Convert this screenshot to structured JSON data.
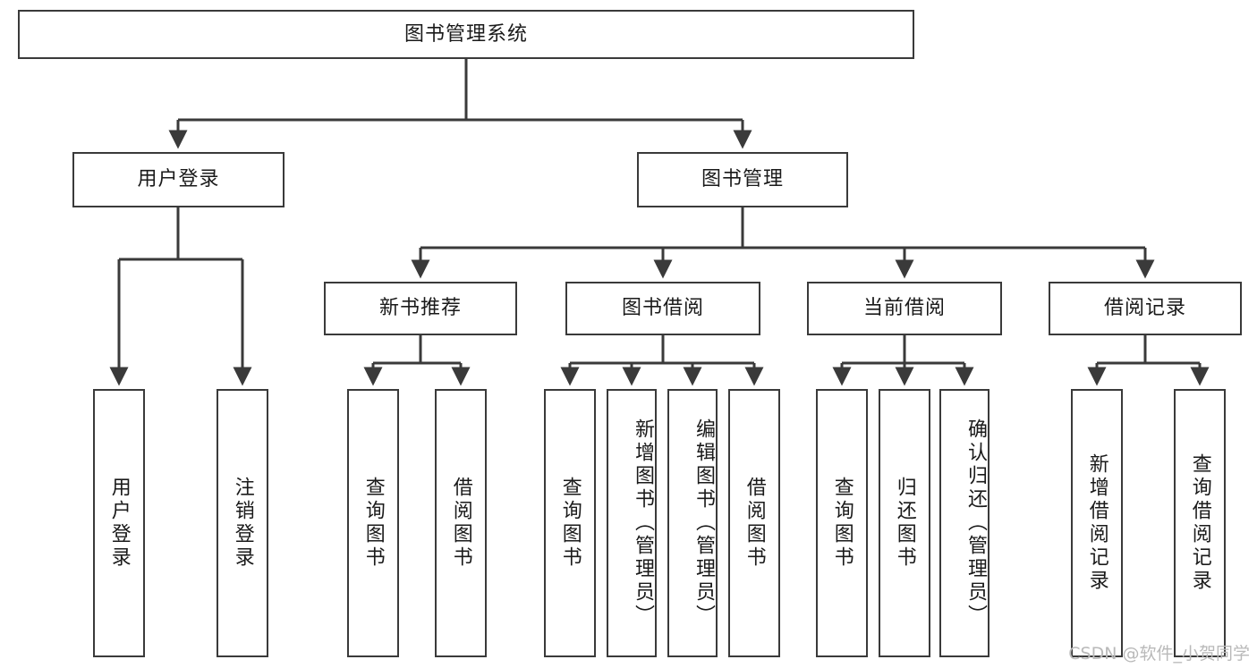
{
  "diagram": {
    "type": "tree-hierarchy-chart",
    "title": "图书管理系统",
    "watermark": "CSDN @软件_小贺同学",
    "colors": {
      "box_border": "#3a3a3a",
      "box_fill": "#ffffff",
      "connector": "#3a3a3a",
      "text": "#1a1a1a",
      "watermark": "#b9b9b9"
    },
    "nodes": {
      "root": "图书管理系统",
      "level2": [
        "用户登录",
        "图书管理"
      ],
      "level3": [
        "新书推荐",
        "图书借阅",
        "当前借阅",
        "借阅记录"
      ],
      "leaves": [
        "用户登录",
        "注销登录",
        "查询图书",
        "借阅图书",
        "查询图书",
        "新增图书（管理员）",
        "编辑图书（管理员）",
        "借阅图书",
        "查询图书",
        "归还图书",
        "确认归还（管理员）",
        "新增借阅记录",
        "查询借阅记录"
      ]
    },
    "edges": [
      {
        "from": "图书管理系统",
        "to": "用户登录"
      },
      {
        "from": "图书管理系统",
        "to": "图书管理"
      },
      {
        "from": "用户登录",
        "to": "用户登录"
      },
      {
        "from": "用户登录",
        "to": "注销登录"
      },
      {
        "from": "图书管理",
        "to": "新书推荐"
      },
      {
        "from": "图书管理",
        "to": "图书借阅"
      },
      {
        "from": "图书管理",
        "to": "当前借阅"
      },
      {
        "from": "图书管理",
        "to": "借阅记录"
      },
      {
        "from": "新书推荐",
        "to": "查询图书"
      },
      {
        "from": "新书推荐",
        "to": "借阅图书"
      },
      {
        "from": "图书借阅",
        "to": "查询图书"
      },
      {
        "from": "图书借阅",
        "to": "新增图书（管理员）"
      },
      {
        "from": "图书借阅",
        "to": "编辑图书（管理员）"
      },
      {
        "from": "图书借阅",
        "to": "借阅图书"
      },
      {
        "from": "当前借阅",
        "to": "查询图书"
      },
      {
        "from": "当前借阅",
        "to": "归还图书"
      },
      {
        "from": "当前借阅",
        "to": "确认归还（管理员）"
      },
      {
        "from": "借阅记录",
        "to": "新增借阅记录"
      },
      {
        "from": "借阅记录",
        "to": "查询借阅记录"
      }
    ]
  }
}
